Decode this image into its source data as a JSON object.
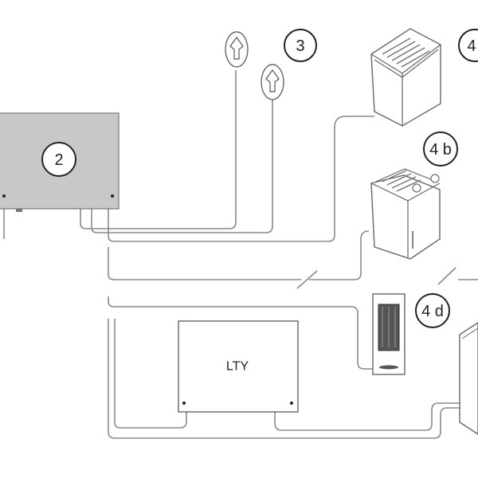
{
  "labels": {
    "control_unit": "2",
    "sensors": "3",
    "heater_a": "4",
    "heater_b": "4 b",
    "heater_d": "4 d",
    "lty_box": "LTY"
  },
  "colors": {
    "control_unit_fill": "#c8c8c8",
    "line": "#8a8a8a"
  }
}
